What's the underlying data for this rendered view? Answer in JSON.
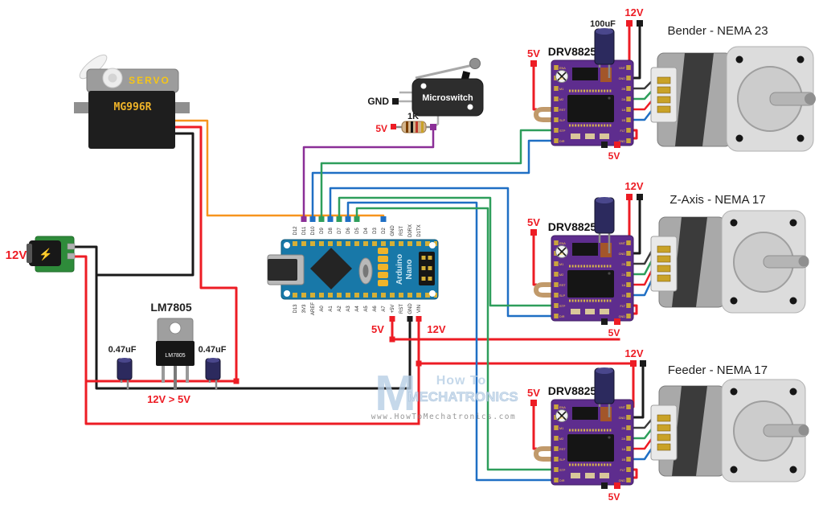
{
  "labels": {
    "v5": "5V",
    "v12": "12V"
  },
  "power": {
    "input_label": "12V",
    "regulator_label": "LM7805",
    "regulator_body": "LM7805",
    "cap_left": "0.47uF",
    "cap_right": "0.47uF",
    "conversion": "12V > 5V"
  },
  "servo": {
    "brand": "SERVO",
    "model": "MG996R"
  },
  "microswitch": {
    "name": "Microswitch",
    "gnd": "GND",
    "resistor": "1K",
    "pullup": "5V"
  },
  "arduino": {
    "name1": "Arduino",
    "name2": "Nano",
    "top_pins": [
      "D12",
      "D11",
      "D10",
      "D9",
      "D8",
      "D7",
      "D6",
      "D5",
      "D4",
      "D3",
      "D2",
      "GND",
      "RST",
      "D0RX",
      "D1TX"
    ],
    "bottom_pins": [
      "D13",
      "3V3",
      "AREF",
      "A0",
      "A1",
      "A2",
      "A3",
      "A4",
      "A5",
      "A6",
      "A7",
      "+5V",
      "RST",
      "GND",
      "VIN"
    ]
  },
  "drivers": {
    "title": "DRV8825",
    "bulk_cap": "100uF",
    "left_pins": [
      "ENA",
      "M0",
      "M1",
      "M2",
      "RST",
      "SLP",
      "STP",
      "DIR"
    ],
    "right_pins": [
      "VMT",
      "GND",
      "2B",
      "2A",
      "1A",
      "1B",
      "FLT",
      "GND"
    ]
  },
  "motors": {
    "bender": "Bender - NEMA 23",
    "zaxis": "Z-Axis - NEMA 17",
    "feeder": "Feeder - NEMA 17"
  },
  "watermark": {
    "logo": "M",
    "line1": "How To",
    "line2": "MECHATRONICS",
    "url": "www.HowToMechatronics.com"
  },
  "colors": {
    "wire_red": "#ed1c24",
    "wire_black": "#1a1a1a",
    "wire_green": "#2e9e5b",
    "wire_blue": "#1f6fc4",
    "wire_orange": "#f7941d",
    "wire_purple": "#8b2f97",
    "driver_board": "#5e2d8e",
    "arduino_board": "#1878a8"
  }
}
